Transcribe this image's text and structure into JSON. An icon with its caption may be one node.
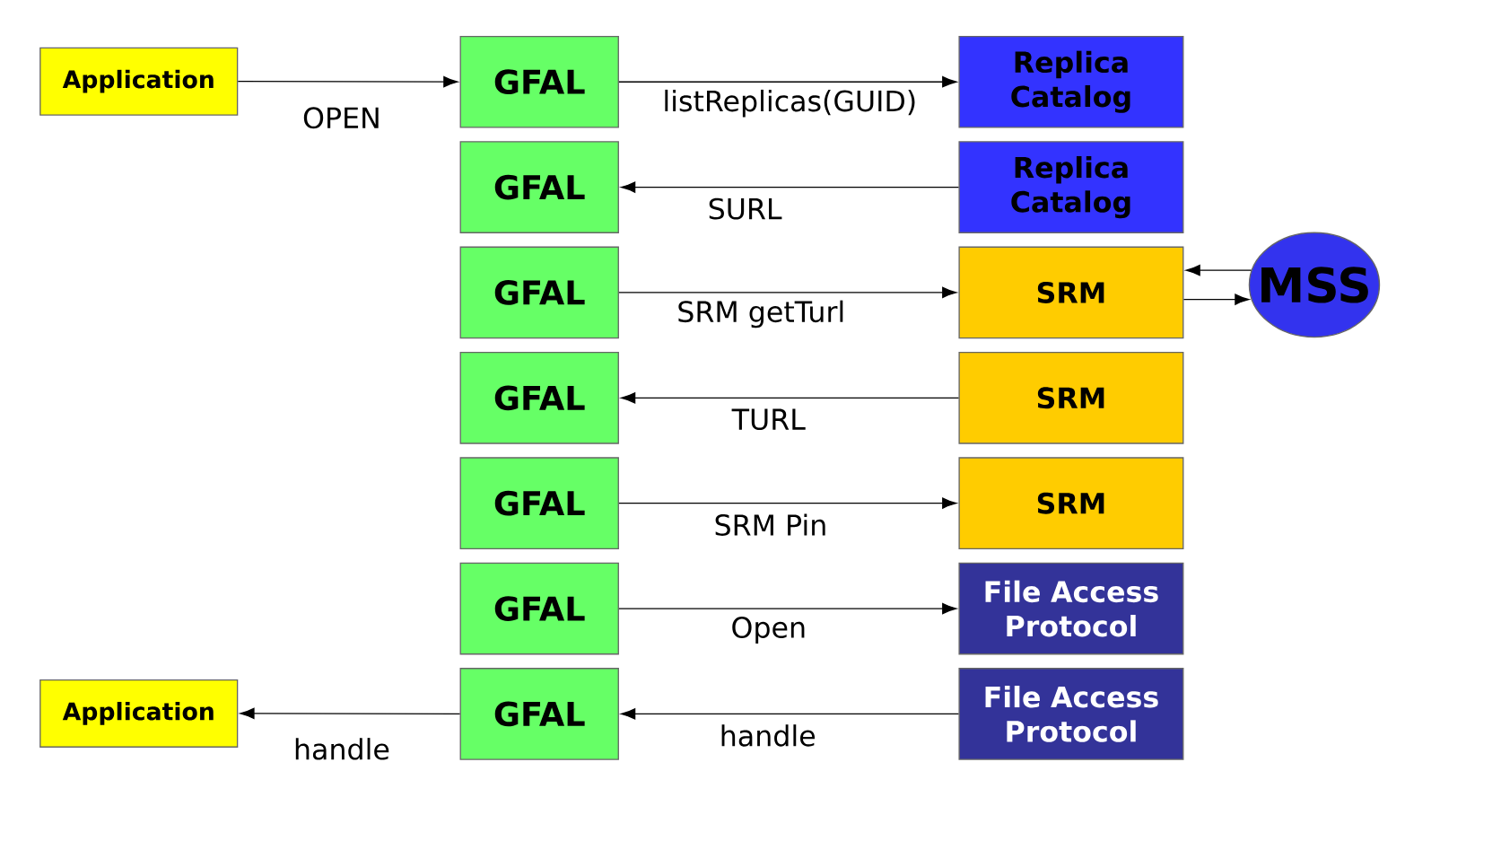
{
  "diagram": {
    "nodes": [
      {
        "text": [
          "Application"
        ]
      },
      {
        "text": [
          "GFAL"
        ]
      },
      {
        "text": [
          "Replica Catalog"
        ]
      },
      {
        "text": [
          "GFAL"
        ]
      },
      {
        "text": [
          "Replica Catalog"
        ]
      },
      {
        "text": [
          "GFAL"
        ]
      },
      {
        "text": [
          "SRM"
        ]
      },
      {
        "text": [
          "MSS"
        ]
      },
      {
        "text": [
          "GFAL"
        ]
      },
      {
        "text": [
          "SRM"
        ]
      },
      {
        "text": [
          "GFAL"
        ]
      },
      {
        "text": [
          "SRM"
        ]
      },
      {
        "text": [
          "GFAL"
        ]
      },
      {
        "text": [
          "File Access Protocol"
        ]
      },
      {
        "text": [
          "Application"
        ]
      },
      {
        "text": [
          "GFAL"
        ]
      },
      {
        "text": [
          "File Access Protocol"
        ]
      }
    ],
    "edges": [
      {
        "from": 0,
        "to": 1,
        "arrow": "to",
        "label": "OPEN"
      },
      {
        "from": 1,
        "to": 2,
        "arrow": "to",
        "label": "listReplicas(GUID)"
      },
      {
        "from": 4,
        "to": 3,
        "arrow": "to",
        "label": "SURL"
      },
      {
        "from": 5,
        "to": 6,
        "arrow": "to",
        "label": "SRM getTurl"
      },
      {
        "from": 7,
        "to": 6,
        "arrow": "to"
      },
      {
        "from": 6,
        "to": 7,
        "arrow": "to"
      },
      {
        "from": 9,
        "to": 8,
        "arrow": "to",
        "label": "TURL"
      },
      {
        "from": 10,
        "to": 11,
        "arrow": "to",
        "label": "SRM Pin"
      },
      {
        "from": 12,
        "to": 13,
        "arrow": "to",
        "label": "Open"
      },
      {
        "from": 15,
        "to": 14,
        "arrow": "to",
        "label": "handle"
      },
      {
        "from": 16,
        "to": 15,
        "arrow": "to",
        "label": "handle"
      }
    ]
  }
}
